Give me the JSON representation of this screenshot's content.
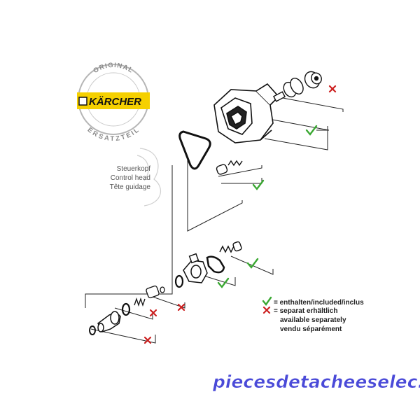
{
  "logo": {
    "ring_top": "ORIGINAL",
    "brand": "KÄRCHER",
    "ring_bottom": "ERSATZTEIL",
    "brand_colors": {
      "yellow": "#f5d000",
      "black": "#111111"
    }
  },
  "control_head_label": {
    "lines": [
      "Steuerkopf",
      "Control head",
      "Tête guidage"
    ]
  },
  "legend": {
    "check_lines": [
      "= enthalten/included/inclus"
    ],
    "x_lines": [
      "= separat erhältlich",
      "available separately",
      "vendu séparément"
    ],
    "check_color": "#3aa832",
    "x_color": "#cc1f1f"
  },
  "markers": {
    "check_icon": "check-icon",
    "x_icon": "cross-icon"
  },
  "watermark": {
    "text": "piecesdetacheeselec.com",
    "color": "#4a4ad8"
  }
}
